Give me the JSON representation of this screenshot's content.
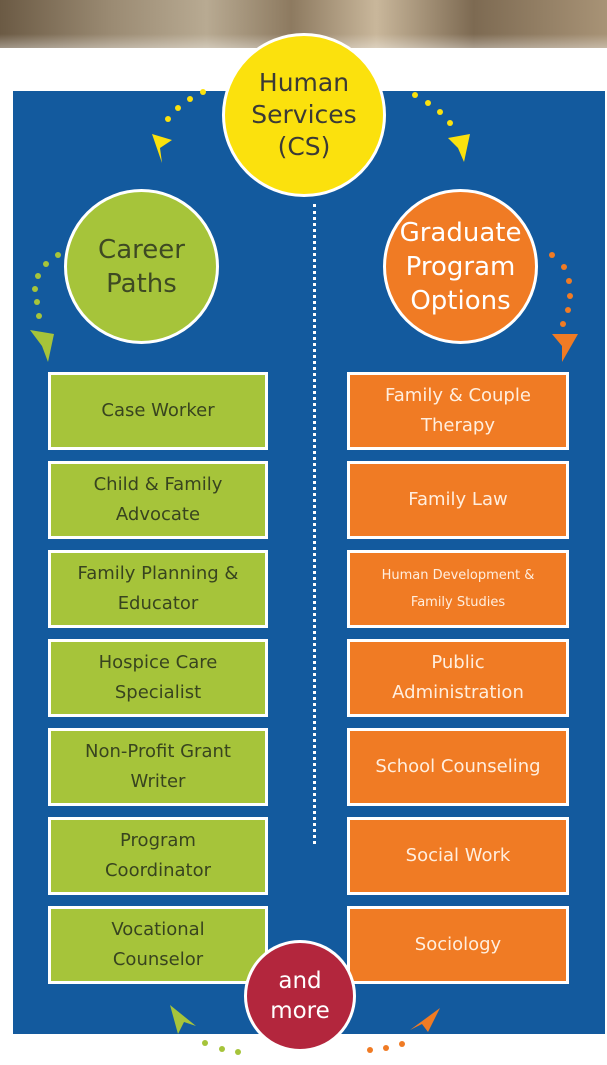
{
  "hub": {
    "lines": [
      "Human",
      "Services",
      "(CS)"
    ]
  },
  "career": {
    "title_lines": [
      "Career",
      "Paths"
    ],
    "items": [
      {
        "lines": [
          "Case Worker"
        ]
      },
      {
        "lines": [
          "Child & Family",
          "Advocate"
        ]
      },
      {
        "lines": [
          "Family Planning &",
          "Educator"
        ]
      },
      {
        "lines": [
          "Hospice Care",
          "Specialist"
        ]
      },
      {
        "lines": [
          "Non-Profit Grant",
          "Writer"
        ]
      },
      {
        "lines": [
          "Program",
          "Coordinator"
        ]
      },
      {
        "lines": [
          "Vocational",
          "Counselor"
        ]
      }
    ]
  },
  "graduate": {
    "title_lines": [
      "Graduate",
      "Program",
      "Options"
    ],
    "items": [
      {
        "lines": [
          "Family & Couple",
          "Therapy"
        ]
      },
      {
        "lines": [
          "Family Law"
        ]
      },
      {
        "lines": [
          "Human Development &",
          "Family Studies"
        ]
      },
      {
        "lines": [
          "Public",
          "Administration"
        ]
      },
      {
        "lines": [
          "School Counseling"
        ]
      },
      {
        "lines": [
          "Social Work"
        ]
      },
      {
        "lines": [
          "Sociology"
        ]
      }
    ]
  },
  "more": {
    "lines": [
      "and",
      "more"
    ]
  },
  "colors": {
    "background": "#135a9e",
    "hub": "#fbe10d",
    "career": "#a6c43a",
    "graduate": "#f07b24",
    "more": "#b3263d"
  }
}
